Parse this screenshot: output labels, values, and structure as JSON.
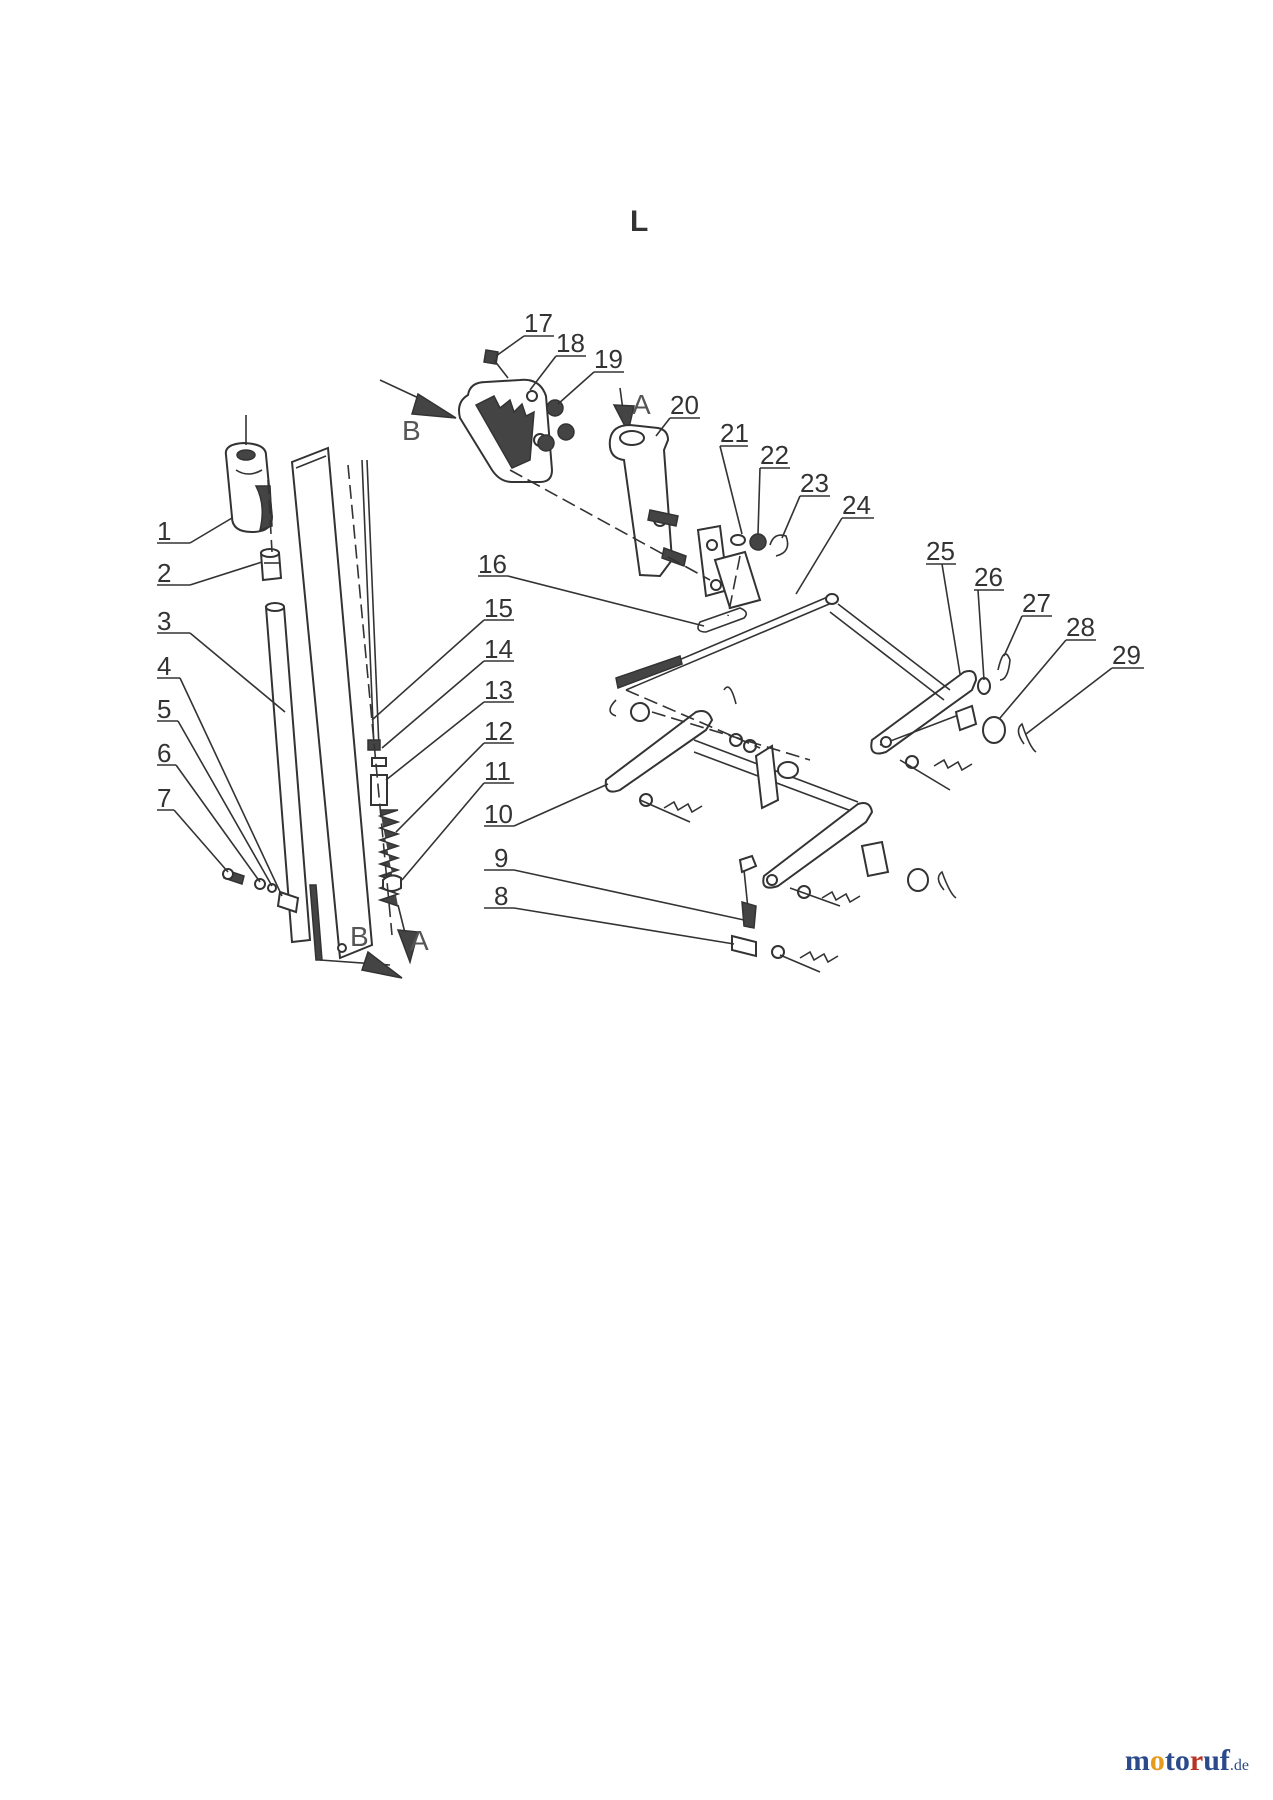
{
  "title": "L",
  "view_labels": {
    "a": "A",
    "b": "B"
  },
  "part_labels": [
    "1",
    "2",
    "3",
    "4",
    "5",
    "6",
    "7",
    "8",
    "9",
    "10",
    "11",
    "12",
    "13",
    "14",
    "15",
    "16",
    "17",
    "18",
    "19",
    "20",
    "21",
    "22",
    "23",
    "24",
    "25",
    "26",
    "27",
    "28",
    "29"
  ],
  "watermark": {
    "m": "m",
    "o1": "o",
    "t": "t",
    "o2": "o",
    "r": "r",
    "u": "u",
    "f": "f",
    "tld": ".de"
  }
}
